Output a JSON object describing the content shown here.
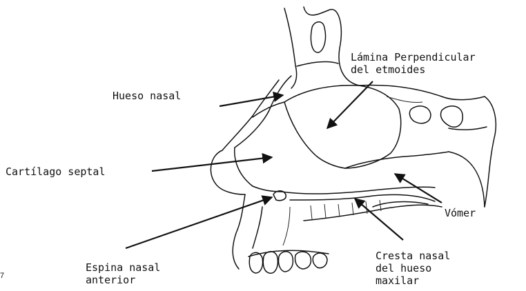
{
  "labels": {
    "lamina": "Lámina Perpendicular\ndel etmoides",
    "hueso_nasal": "Hueso nasal",
    "cartilago": "Cartílago septal",
    "vomer": "Vómer",
    "espina": "Espina nasal\nanterior",
    "cresta": "Cresta nasal\ndel hueso\nmaxilar",
    "page_number": "7"
  },
  "colors": {
    "ink": "#111111",
    "background": "#ffffff"
  }
}
